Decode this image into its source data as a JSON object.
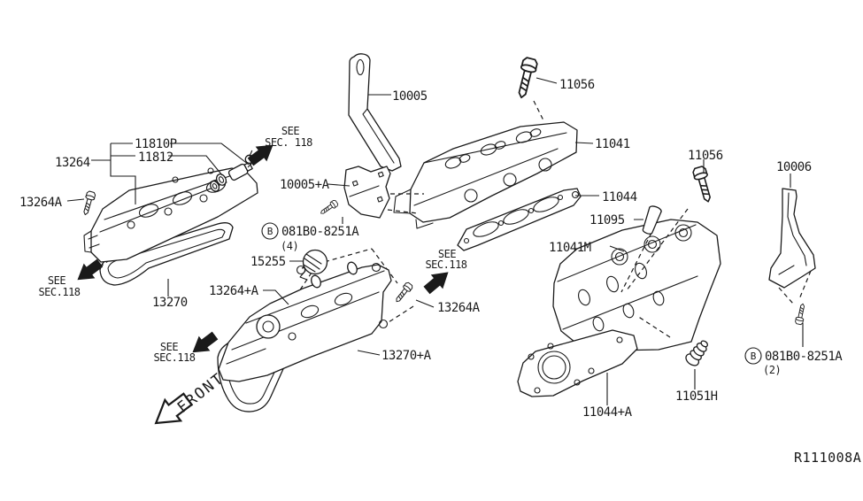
{
  "labels": {
    "p10005": "10005",
    "p10005A": "10005+A",
    "p10006": "10006",
    "p11041": "11041",
    "p11041M": "11041M",
    "p11044": "11044",
    "p11044A": "11044+A",
    "p11051H": "11051H",
    "p11056_top": "11056",
    "p11056_right": "11056",
    "p11095": "11095",
    "p11810P": "11810P",
    "p11812": "11812",
    "p13264": "13264",
    "p13264A_left": "13264A",
    "p13264A_mid": "13264A",
    "p13264pA": "13264+A",
    "p13270": "13270",
    "p13270pA": "13270+A",
    "p15255": "15255",
    "bolt_b1_letter": "B",
    "bolt_b1_code": "081B0-8251A",
    "bolt_b1_qty": "(4)",
    "bolt_b2_letter": "B",
    "bolt_b2_code": "081B0-8251A",
    "bolt_b2_qty": "(2)"
  },
  "see_notes": {
    "see1_line1": "SEE",
    "see1_line2": "SEC. 118",
    "see2_line1": "SEE",
    "see2_line2": "SEC.118",
    "see3_line1": "SEE",
    "see3_line2": "SEC.118",
    "see4_line1": "SEE",
    "see4_line2": "SEC.118"
  },
  "front_label": "FRONT",
  "ref_code": "R111008A",
  "colors": {
    "line": "#1a1a1a",
    "background": "#ffffff"
  }
}
